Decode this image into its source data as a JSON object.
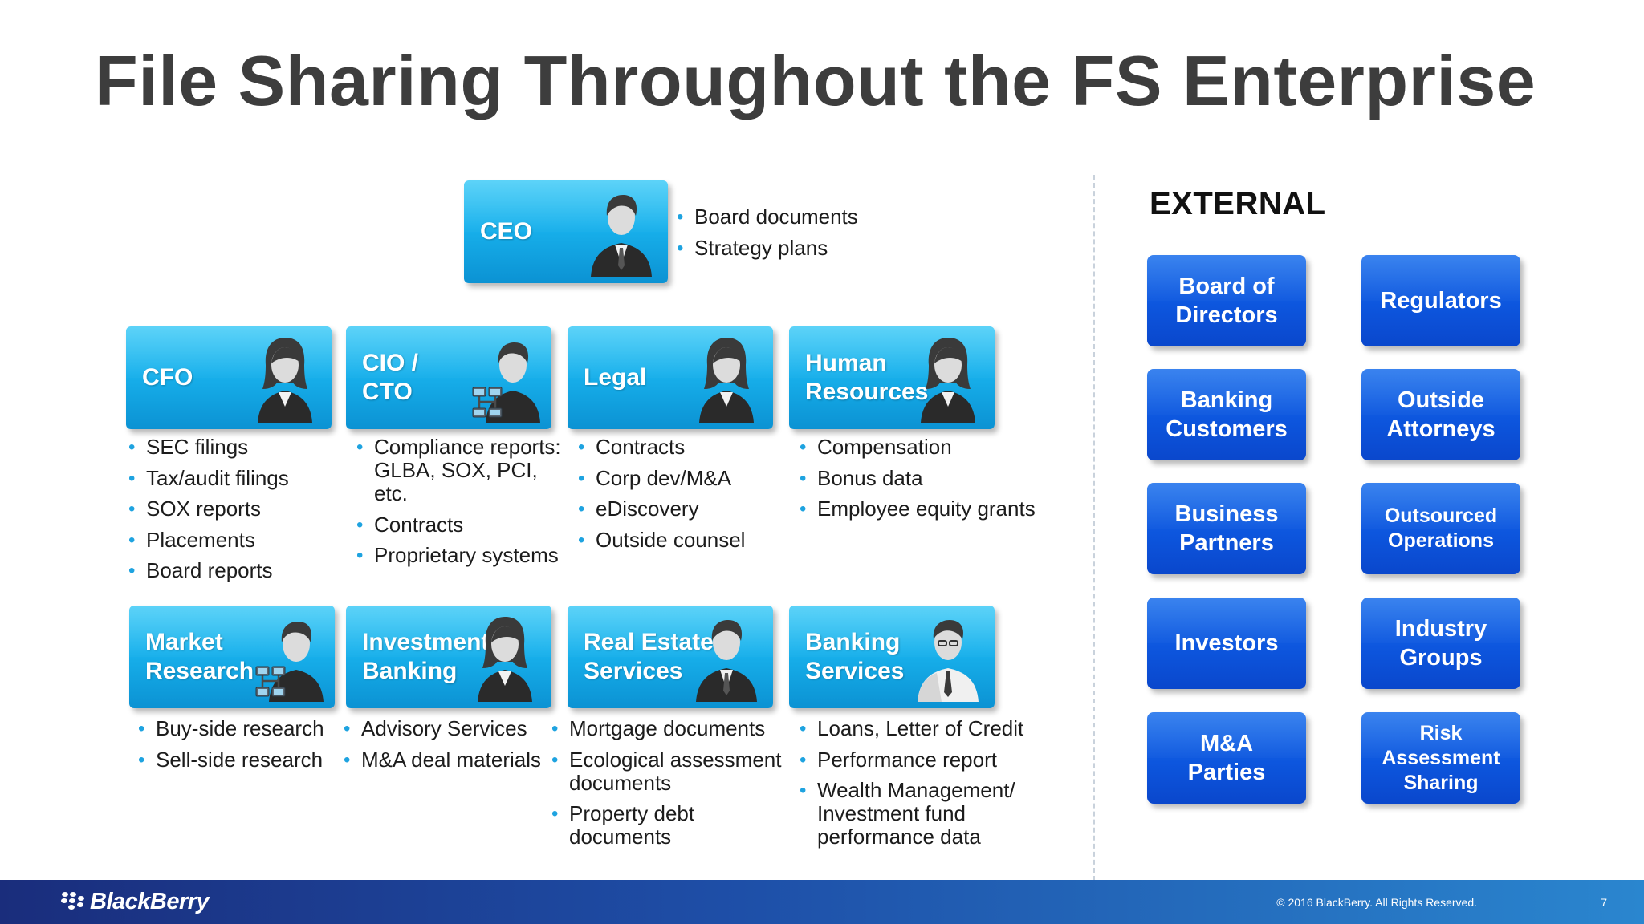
{
  "title": "File Sharing Throughout the FS Enterprise",
  "internal": {
    "ceo": {
      "label": "CEO",
      "icon": "businessman-icon",
      "items": [
        "Board documents",
        "Strategy plans"
      ]
    },
    "row1": [
      {
        "key": "cfo",
        "label": "CFO",
        "icon": "businesswoman-icon",
        "items": [
          "SEC filings",
          "Tax/audit filings",
          "SOX reports",
          "Placements",
          "Board reports"
        ]
      },
      {
        "key": "cio-cto",
        "label": "CIO /\nCTO",
        "icon": "network-person-icon",
        "items": [
          "Compliance reports: GLBA, SOX, PCI, etc.",
          "Contracts",
          "Proprietary systems"
        ]
      },
      {
        "key": "legal",
        "label": "Legal",
        "icon": "businesswoman-icon",
        "items": [
          "Contracts",
          "Corp dev/M&A",
          "eDiscovery",
          "Outside counsel"
        ]
      },
      {
        "key": "human-resources",
        "label": "Human\nResources",
        "icon": "businesswoman-icon",
        "items": [
          "Compensation",
          "Bonus data",
          "Employee equity grants"
        ]
      }
    ],
    "row2": [
      {
        "key": "market-research",
        "label": "Market\nResearch",
        "icon": "network-person-icon",
        "items": [
          "Buy-side research",
          "Sell-side research"
        ]
      },
      {
        "key": "investment-banking",
        "label": "Investment\nBanking",
        "icon": "businesswoman-icon",
        "items": [
          "Advisory Services",
          "M&A deal materials"
        ]
      },
      {
        "key": "real-estate-services",
        "label": "Real Estate\nServices",
        "icon": "businessman-icon",
        "items": [
          "Mortgage documents",
          "Ecological assessment documents",
          "Property debt documents"
        ]
      },
      {
        "key": "banking-services",
        "label": "Banking\nServices",
        "icon": "banker-icon",
        "items": [
          "Loans, Letter of Credit",
          "Performance report",
          "Wealth Management/ Investment fund performance data"
        ]
      }
    ]
  },
  "external": {
    "heading": "EXTERNAL",
    "items": [
      "Board of\nDirectors",
      "Regulators",
      "Banking\nCustomers",
      "Outside\nAttorneys",
      "Business\nPartners",
      "Outsourced\nOperations",
      "Investors",
      "Industry\nGroups",
      "M&A\nParties",
      "Risk\nAssessment\nSharing"
    ]
  },
  "footer": {
    "logo_text": "BlackBerry",
    "logo_icon": "blackberry-logo-icon",
    "copyright": "© 2016 BlackBerry. All Rights Reserved.",
    "page_number": "7"
  },
  "colors": {
    "internal_box": "#18b1ec",
    "external_box": "#0d56de",
    "bullet": "#1ea3e0",
    "title": "#3d3d3d"
  }
}
